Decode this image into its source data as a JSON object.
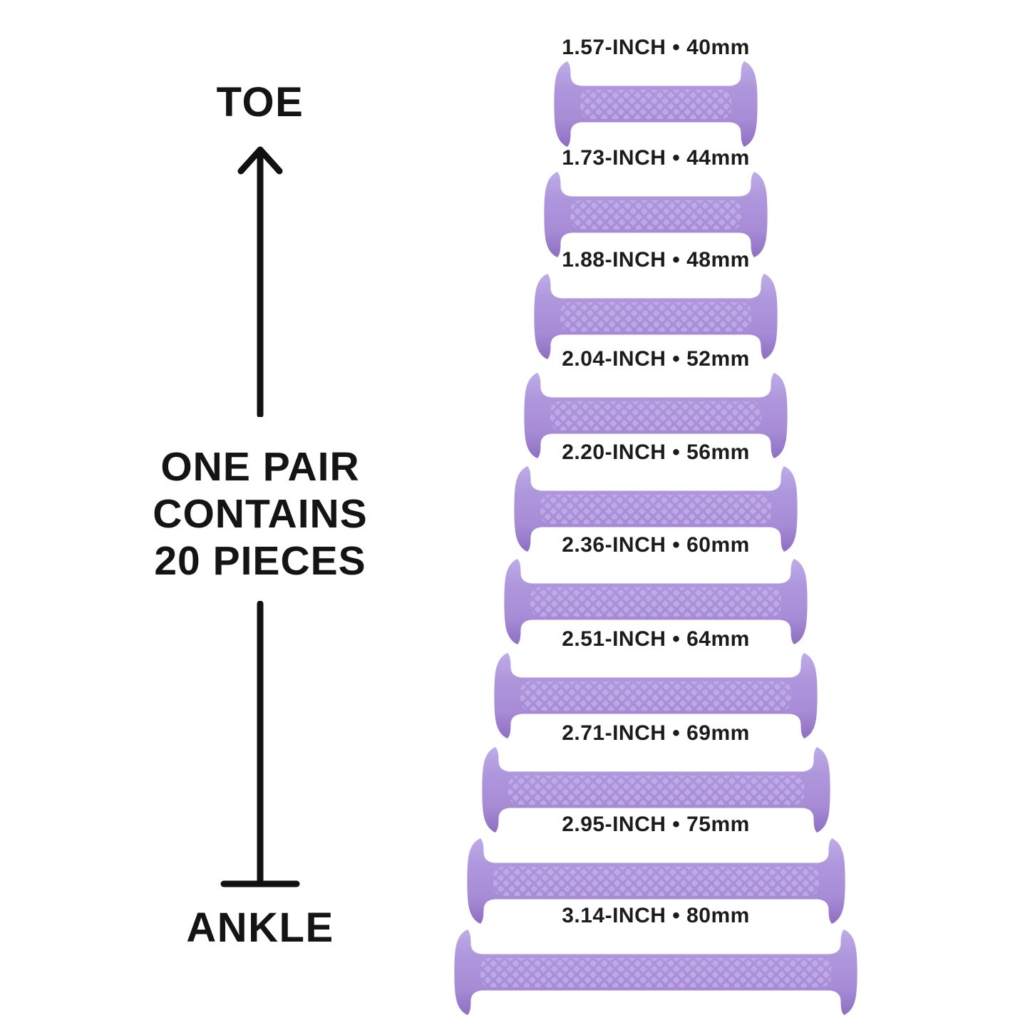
{
  "page": {
    "background": "#ffffff",
    "text_color": "#141414"
  },
  "left_panel": {
    "toe_label": "TOE",
    "middle_text_lines": [
      "ONE PAIR",
      "CONTAINS",
      "20 PIECES"
    ],
    "ankle_label": "ANKLE",
    "arrow_color": "#111111"
  },
  "laces": {
    "gradient": [
      "#beace7",
      "#af97dc",
      "#a78cd6",
      "#8e6fc2"
    ],
    "texture_color": "#c2afea",
    "items": [
      {
        "label": "1.57-INCH • 40mm",
        "inch": "1.57",
        "mm": 40
      },
      {
        "label": "1.73-INCH • 44mm",
        "inch": "1.73",
        "mm": 44
      },
      {
        "label": "1.88-INCH • 48mm",
        "inch": "1.88",
        "mm": 48
      },
      {
        "label": "2.04-INCH • 52mm",
        "inch": "2.04",
        "mm": 52
      },
      {
        "label": "2.20-INCH • 56mm",
        "inch": "2.20",
        "mm": 56
      },
      {
        "label": "2.36-INCH • 60mm",
        "inch": "2.36",
        "mm": 60
      },
      {
        "label": "2.51-INCH • 64mm",
        "inch": "2.51",
        "mm": 64
      },
      {
        "label": "2.71-INCH • 69mm",
        "inch": "2.71",
        "mm": 69
      },
      {
        "label": "2.95-INCH • 75mm",
        "inch": "2.95",
        "mm": 75
      },
      {
        "label": "3.14-INCH • 80mm",
        "inch": "3.14",
        "mm": 80
      }
    ]
  }
}
